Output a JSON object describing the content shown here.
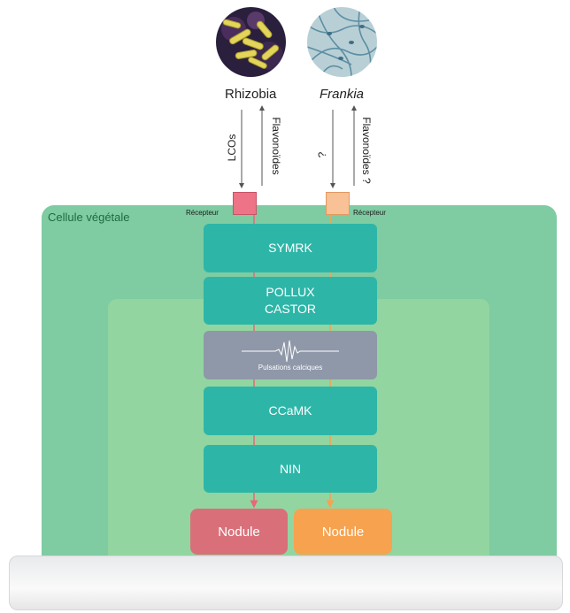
{
  "organisms": {
    "rhizobia": "Rhizobia",
    "frankia": "Frankia"
  },
  "signals": {
    "lcos": "LCOs",
    "flavonoides_rhizobia": "Flavonoïdes",
    "unknown_signal": "?",
    "flavonoides_frankia": "Flavonoïdes ?"
  },
  "cell": {
    "label": "Cellule végétale",
    "receptor_left": "Récepteur",
    "receptor_right": "Récepteur"
  },
  "pathway": {
    "symrk": "SYMRK",
    "pollux": "POLLUX",
    "castor": "CASTOR",
    "calcium_label": "Pulsations calciques",
    "ccamk": "CCaMK",
    "nin": "NIN"
  },
  "nodules": {
    "left": "Nodule",
    "right": "Nodule"
  },
  "colors": {
    "cell_bg": "#7fcba2",
    "inner_bg": "#92d5a1",
    "pathway_box": "#2db6a8",
    "calcium_box": "#8f98a8",
    "rhizobia_line": "#e8677a",
    "frankia_line": "#f7a24f",
    "nodule_rhizobia": "#d97079",
    "nodule_frankia": "#f7a24f"
  }
}
